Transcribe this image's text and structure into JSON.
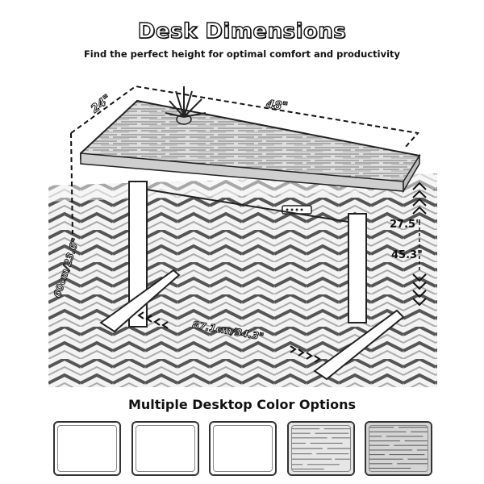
{
  "header": {
    "title": "Desk Dimensions",
    "subtitle": "Find the perfect height for optimal comfort and productivity"
  },
  "dimensions": {
    "depth": "24\"",
    "width": "48\"",
    "min_height": "27.5\"",
    "max_height": "45.3\"",
    "feet_depth": "60cm/23.6\"",
    "feet_width": "87.1cm/34.3\""
  },
  "colors": {
    "heading": "Multiple Desktop Color Options",
    "swatches": [
      {
        "name": "white",
        "fill": "#ffffff",
        "textured": false
      },
      {
        "name": "white",
        "fill": "#ffffff",
        "textured": false
      },
      {
        "name": "white",
        "fill": "#ffffff",
        "textured": false
      },
      {
        "name": "light-wood",
        "fill": "#e6e6e6",
        "textured": true
      },
      {
        "name": "grey-wood",
        "fill": "#d4d4d4",
        "textured": true
      }
    ]
  },
  "icons": [
    "plant-icon",
    "control-panel-icon",
    "chevron-up-icon",
    "chevron-down-icon"
  ]
}
